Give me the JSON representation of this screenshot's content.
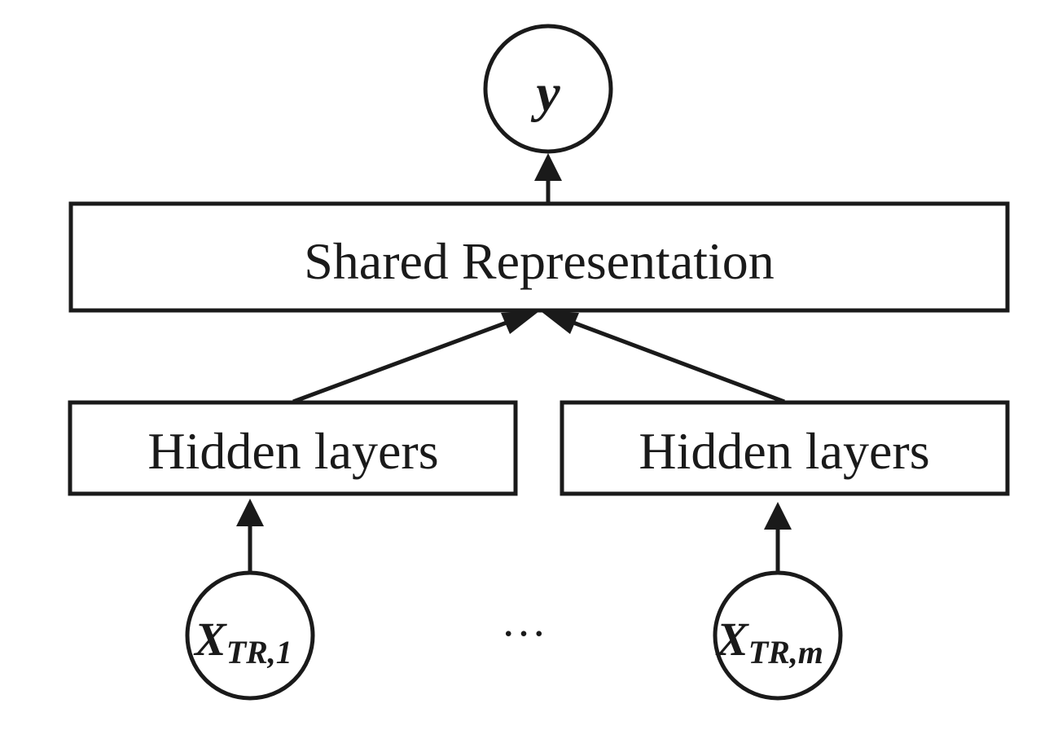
{
  "output_node": {
    "symbol": "y"
  },
  "shared_box": {
    "label": "Shared Representation"
  },
  "hidden_boxes": [
    {
      "label": "Hidden layers"
    },
    {
      "label": "Hidden layers"
    }
  ],
  "input_nodes": [
    {
      "symbol": "X",
      "subscript": "TR,1"
    },
    {
      "symbol": "X",
      "subscript": "TR,m"
    }
  ],
  "ellipsis": "…",
  "colors": {
    "stroke": "#1a1a1a",
    "background": "#ffffff"
  }
}
